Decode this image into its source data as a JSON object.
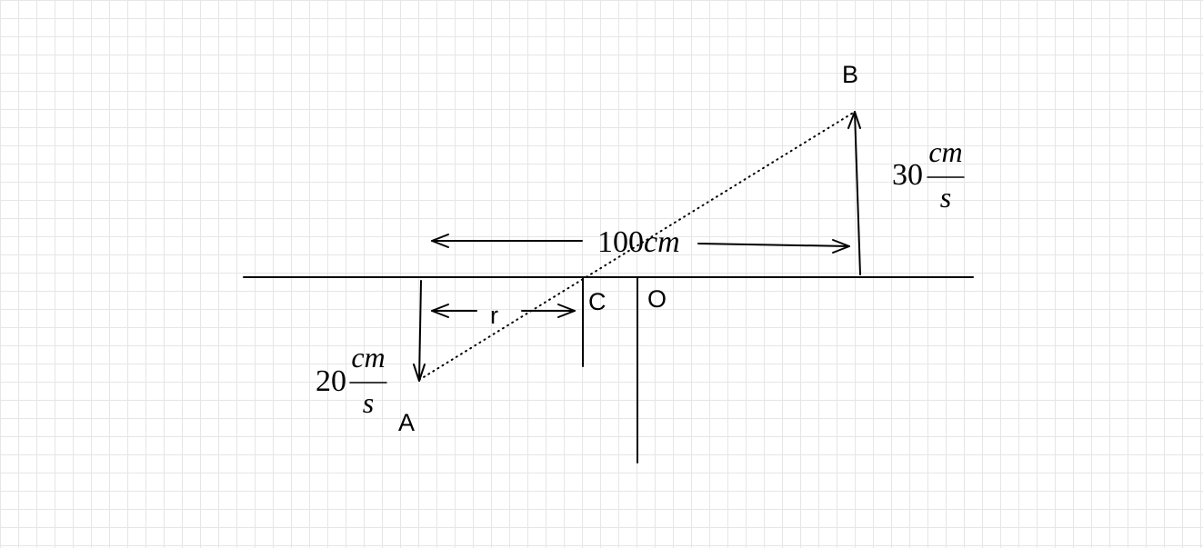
{
  "points": {
    "A": "A",
    "B": "B",
    "C": "C",
    "O": "O"
  },
  "distance_label": {
    "number": "100",
    "unit": "cm"
  },
  "radius_label": "r",
  "velocity_A": {
    "number": "20",
    "numerator": "cm",
    "denominator": "s"
  },
  "velocity_B": {
    "number": "30",
    "numerator": "cm",
    "denominator": "s"
  }
}
